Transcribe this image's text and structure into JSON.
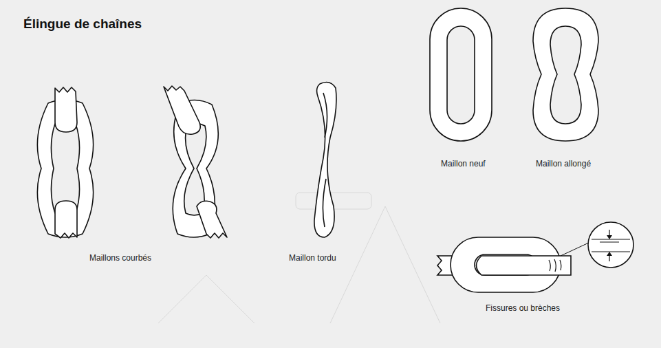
{
  "diagram": {
    "title": "Élingue de chaînes",
    "labels": [
      "Maillons courbés",
      "Maillon tordu",
      "Maillon neuf",
      "Maillon allongé",
      "Fissures ou brèches"
    ]
  }
}
